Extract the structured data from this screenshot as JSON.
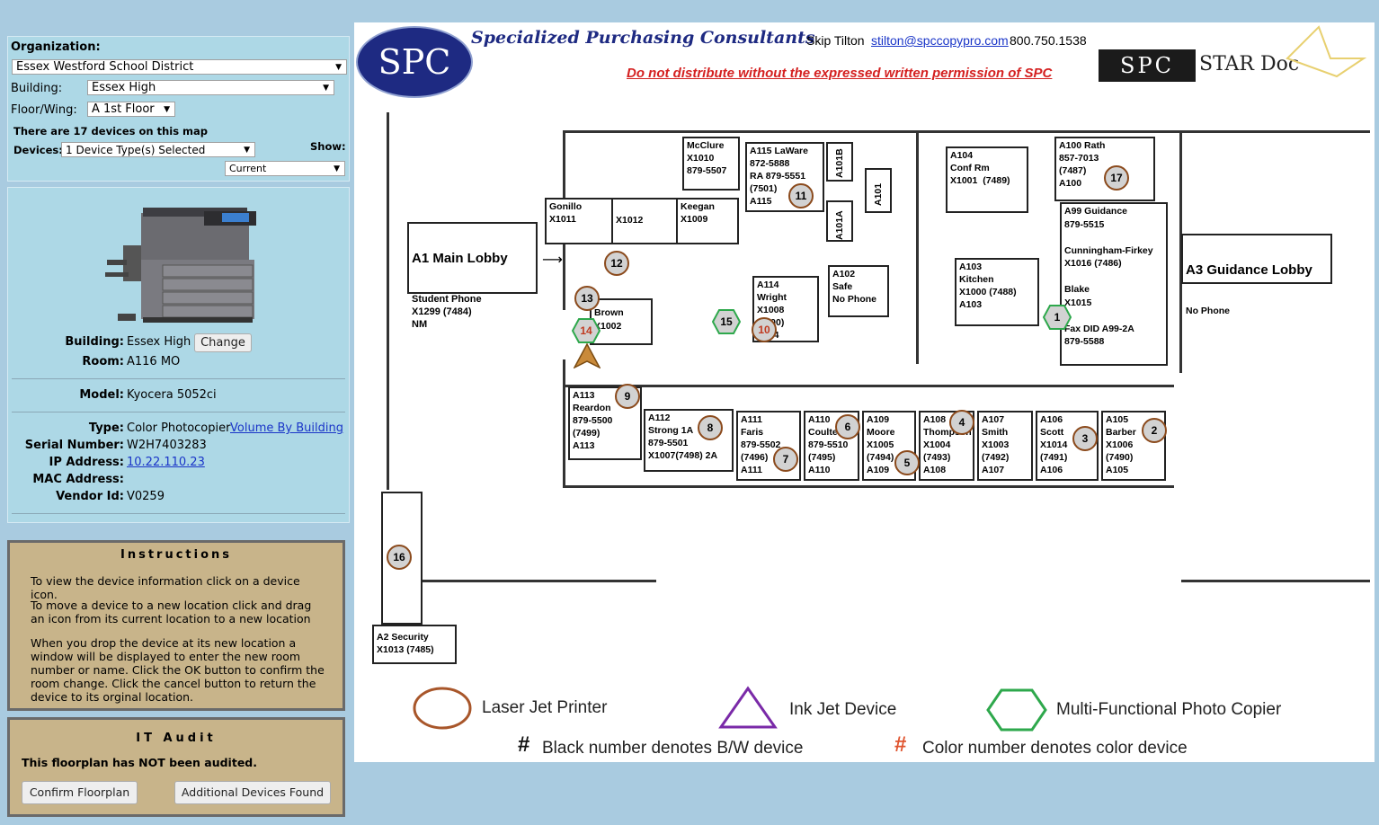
{
  "filters": {
    "org_label": "Organization:",
    "org_value": "Essex Westford School District",
    "building_label": "Building:",
    "building_value": "Essex High",
    "floor_label": "Floor/Wing:",
    "floor_value": "A 1st Floor",
    "count_text": "There are 17 devices on this map",
    "devices_label": "Devices:",
    "devices_value": "1 Device Type(s) Selected",
    "show_label": "Show:",
    "show_value": "Current"
  },
  "device": {
    "building_label": "Building:",
    "building_value": "Essex High",
    "change_label": "Change",
    "room_label": "Room:",
    "room_value": "A116 MO",
    "model_label": "Model:",
    "model_value": "Kyocera 5052ci",
    "type_label": "Type:",
    "type_value": "Color Photocopier",
    "volume_link": "Volume By Building",
    "serial_label": "Serial Number:",
    "serial_value": "W2H7403283",
    "ip_label": "IP Address:",
    "ip_value": "10.22.110.23",
    "mac_label": "MAC Address:",
    "mac_value": "",
    "vendor_label": "Vendor Id:",
    "vendor_value": "V0259"
  },
  "instructions": {
    "title": "Instructions",
    "p1": "To view the device information click on a device icon.",
    "p2": "To move a device to a new location click and drag an icon from its current location to a new location",
    "p3": "When you drop the device at its new location a window will be displayed to enter the new room number or name. Click the OK button to confirm the room change. Click the cancel button to return the device to its orginal location."
  },
  "audit": {
    "title": "IT Audit",
    "status": "This floorplan has NOT been audited.",
    "confirm_label": "Confirm Floorplan",
    "additional_label": "Additional Devices Found"
  },
  "map": {
    "logo_text": "SPC",
    "company": "Specialized Purchasing Consultants",
    "contact_name": "Skip Tilton",
    "contact_email": "stilton@spccopypro.com",
    "contact_phone": "800.750.1538",
    "warning": "Do not distribute without the expressed written permission of SPC",
    "stardoc_spc": "SPC",
    "stardoc_name": "STAR Doc",
    "rooms": {
      "main_lobby_title": "A1 Main Lobby",
      "main_lobby_body": "Student Phone\nX1299 (7484)\nNM",
      "guidance_lobby_title": "A3 Guidance Lobby",
      "guidance_lobby_body": "No Phone",
      "gonillo": "Gonillo\nX1011",
      "x1012": "X1012",
      "keegan": "Keegan\nX1009",
      "mcclure": "McClure\nX1010\n879-5507",
      "a115": "A115 LaWare\n872-5888\nRA 879-5551\n(7501)\nA115",
      "a101b": "A101B",
      "a101": "A101",
      "a101a": "A101A",
      "a104": "A104\nConf Rm\nX1001  (7489)",
      "a100": "A100 Rath\n857-7013\n(7487)\nA100",
      "a99": "A99 Guidance\n879-5515\n\nCunningham-Firkey\nX1016 (7486)\n\nBlake\nX1015\n\nFax DID A99-2A\n879-5588",
      "brown": "Brown\nX1002",
      "a114": "A114\nWright\nX1008\n(7500)\nA114",
      "a102": "A102\nSafe\nNo Phone",
      "a103": "A103\nKitchen\nX1000 (7488)\nA103",
      "a113": "A113\nReardon\n879-5500\n(7499)\nA113",
      "a112": "A112\nStrong 1A\n879-5501\nX1007(7498) 2A",
      "a111": "A111\nFaris\n879-5502\n(7496)\nA111",
      "a110": "A110\nCoulter\n879-5510\n(7495)\nA110",
      "a109": "A109\nMoore\nX1005\n(7494)\nA109",
      "a108": "A108\nThompson\nX1004\n(7493)\nA108",
      "a107": "A107\nSmith\nX1003\n(7492)\nA107",
      "a106": "A106\nScott\nX1014\n(7491)\nA106",
      "a105": "A105\nBarber\nX1006\n(7490)\nA105",
      "a2": "A2 Security\nX1013 (7485)"
    },
    "devices": [
      "1",
      "2",
      "3",
      "4",
      "5",
      "6",
      "7",
      "8",
      "9",
      "10",
      "11",
      "12",
      "13",
      "14",
      "15",
      "16",
      "17"
    ],
    "legend": {
      "laser": "Laser Jet Printer",
      "inkjet": "Ink Jet Device",
      "mfp": "Multi-Functional Photo Copier",
      "hash1": "#",
      "bw": "Black number denotes B/W device",
      "hash2": "#",
      "color": "Color number denotes color device"
    }
  }
}
